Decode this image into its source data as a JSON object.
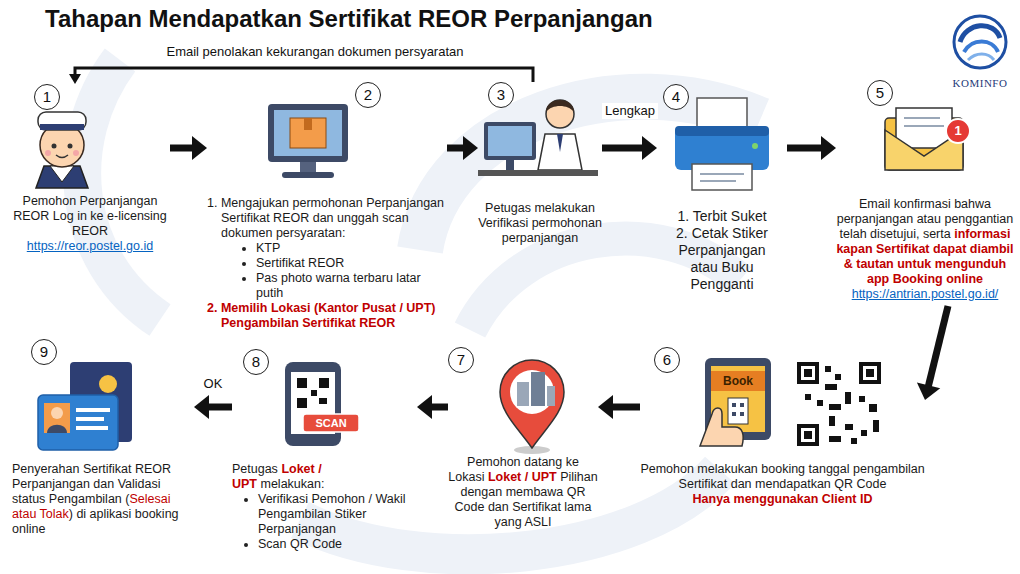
{
  "diagram": {
    "title": "Tahapan Mendapatkan Sertifikat REOR Perpanjangan",
    "nodes": [
      {
        "text": [
          "1",
          "Pemohon Perpanjangan REOR Log in ke e-licensing REOR",
          "https://reor.postel.go.id"
        ]
      },
      {
        "text": [
          "2",
          "1. Mengajukan permohonan Perpanjangan Sertifikat REOR dan unggah scan dokumen persyaratan:",
          "KTP",
          "Sertifikat REOR",
          "Pas photo warna terbaru latar putih",
          "2. Memilih Lokasi (Kantor Pusat / UPT) Pengambilan Sertifikat REOR"
        ]
      },
      {
        "text": [
          "3",
          "Petugas melakukan Verifikasi permohonan perpanjangan"
        ]
      },
      {
        "text": [
          "4",
          "1. Terbit Suket",
          "2. Cetak Stiker Perpanjangan atau Buku Pengganti"
        ]
      },
      {
        "text": [
          "5",
          "Email konfirmasi bahwa perpanjangan atau penggantian telah disetujui, serta",
          "informasi kapan Sertifikat dapat diambil & tautan untuk mengunduh app Booking online",
          "https://antrian.postel.go.id/"
        ]
      },
      {
        "text": [
          "6",
          "Pemohon melakukan booking tanggal pengambilan Sertifikat dan mendapatkan QR Code",
          "Hanya menggunakan Client ID"
        ]
      },
      {
        "text": [
          "7",
          "Pemohon datang ke Lokasi",
          "Loket / UPT",
          "Pilihan dengan membawa QR Code dan Sertifikat lama yang ASLI"
        ]
      },
      {
        "text": [
          "8",
          "Petugas",
          "Loket / UPT",
          "melakukan:",
          "Verifikasi Pemohon / Wakil Pengambilan Stiker Perpanjangan",
          "Scan QR Code"
        ]
      },
      {
        "text": [
          "9",
          "Penyerahan Sertifikat REOR Perpanjangan dan Validasi status Pengambilan (",
          "Selesai atau Tolak",
          ") di aplikasi booking online"
        ]
      }
    ],
    "edges": [
      {
        "from": 0,
        "to": 1,
        "arrow": "to"
      },
      {
        "from": 1,
        "to": 2,
        "arrow": "to"
      },
      {
        "from": 2,
        "to": 3,
        "label": "Lengkap",
        "arrow": "to"
      },
      {
        "from": 3,
        "to": 4,
        "arrow": "to"
      },
      {
        "from": 4,
        "to": 5,
        "arrow": "to"
      },
      {
        "from": 5,
        "to": 6,
        "arrow": "to"
      },
      {
        "from": 6,
        "to": 7,
        "arrow": "to"
      },
      {
        "from": 7,
        "to": 8,
        "label": "OK",
        "arrow": "to"
      },
      {
        "from": 2,
        "to": 0,
        "label": "Email penolakan kekurangan dokumen persyaratan",
        "arrow": "to"
      }
    ],
    "labels": [
      "KOMINFO",
      "1",
      "Book",
      "SCAN"
    ]
  }
}
